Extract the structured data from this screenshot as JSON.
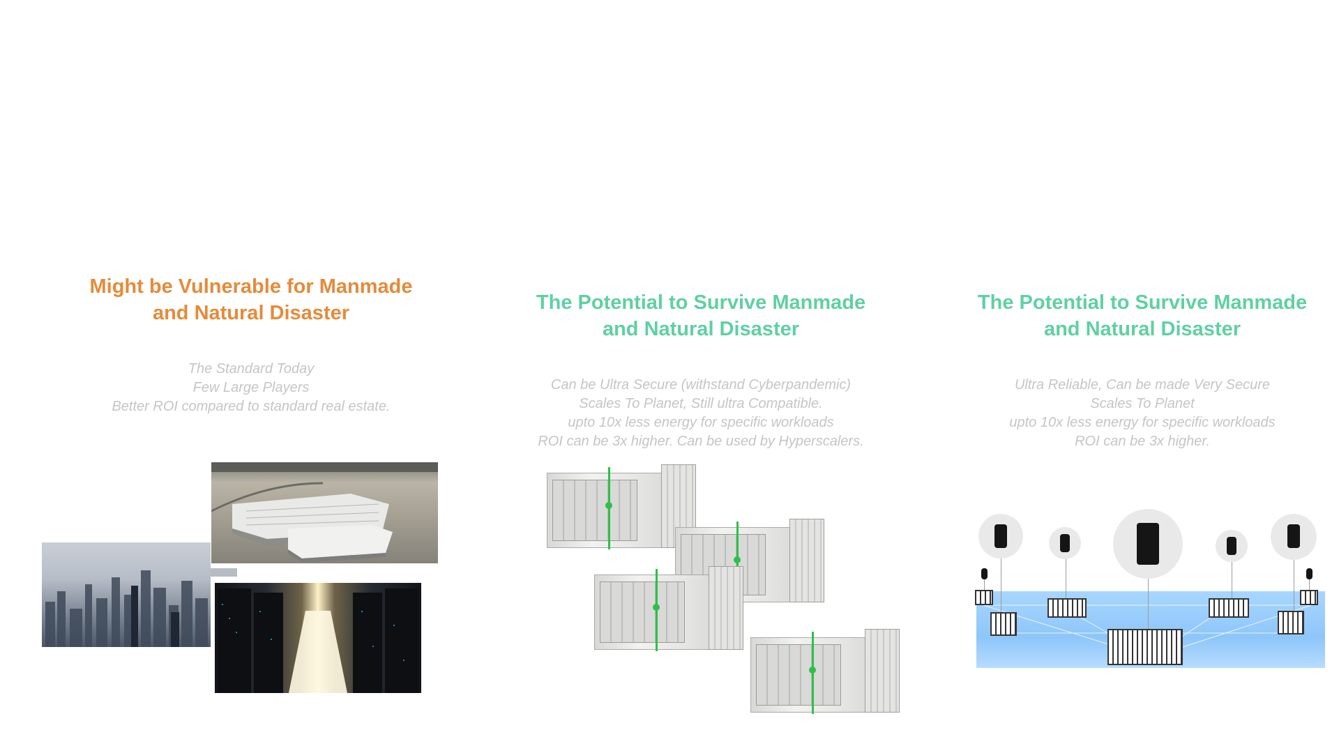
{
  "columns": [
    {
      "title_line1": "Might be Vulnerable for Manmade",
      "title_line2": "and Natural Disaster",
      "title_color": "#e58b3a",
      "lines": [
        "The Standard Today",
        "Few Large Players",
        "Better ROI compared to standard real estate."
      ]
    },
    {
      "title_line1": "The Potential to Survive Manmade",
      "title_line2": "and Natural Disaster",
      "title_color": "#5fd0a3",
      "lines": [
        "Can be Ultra Secure (withstand Cyberpandemic)",
        "Scales To Planet, Still ultra Compatible.",
        "upto 10x less energy for specific workloads",
        "ROI can be 3x higher. Can be used by Hyperscalers."
      ]
    },
    {
      "title_line1": "The Potential to Survive Manmade",
      "title_line2": "and Natural Disaster",
      "title_color": "#5fd0a3",
      "lines": [
        "Ultra Reliable, Can be made Very Secure",
        "Scales To Planet",
        "upto 10x less energy for specific workloads",
        "ROI can be 3x higher."
      ]
    }
  ]
}
